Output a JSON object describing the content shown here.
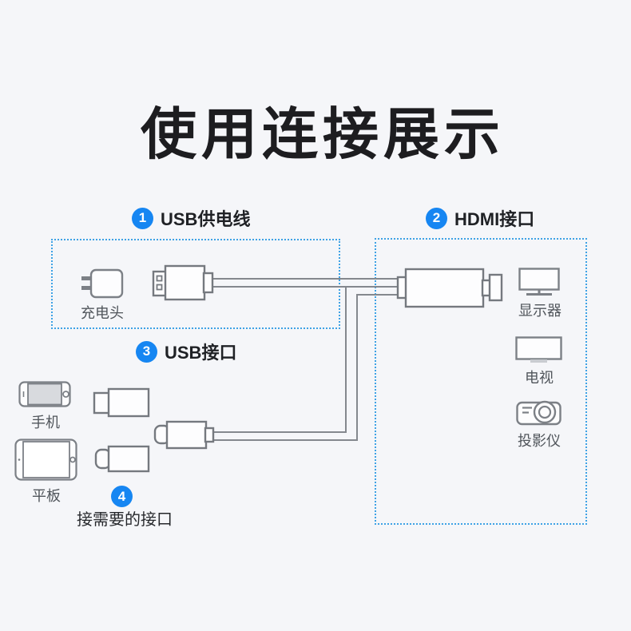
{
  "title": "使用连接展示",
  "steps": [
    {
      "num": "1",
      "label": "USB供电线"
    },
    {
      "num": "2",
      "label": "HDMI接口"
    },
    {
      "num": "3",
      "label": "USB接口"
    },
    {
      "num": "4",
      "label": "接需要的接口"
    }
  ],
  "devices": [
    {
      "id": "charger",
      "label": "充电头"
    },
    {
      "id": "monitor",
      "label": "显示器"
    },
    {
      "id": "tv",
      "label": "电视"
    },
    {
      "id": "projector",
      "label": "投影仪"
    },
    {
      "id": "phone",
      "label": "手机"
    },
    {
      "id": "tablet",
      "label": "平板"
    }
  ],
  "colors": {
    "accent": "#1686f2",
    "dashed_border": "#3ea2e5",
    "line_art": "#7c8086",
    "label_text": "#50555b",
    "title_text": "#1d1d20",
    "background": "#f5f6f9"
  }
}
